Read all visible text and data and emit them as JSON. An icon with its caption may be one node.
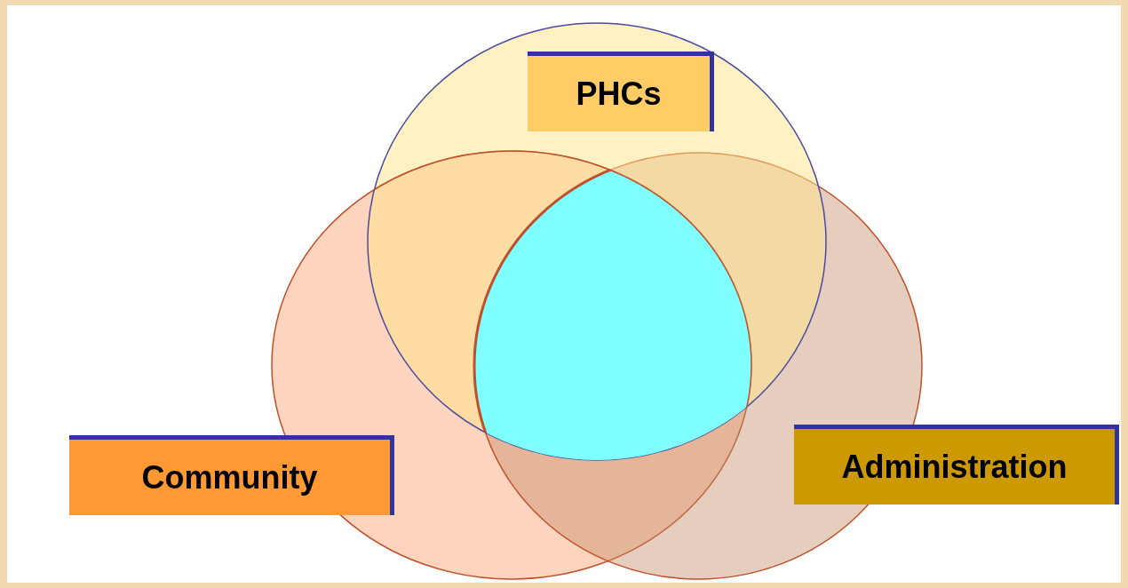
{
  "diagram": {
    "nodes": [
      {
        "text": [
          "PHCs"
        ]
      },
      {
        "text": [
          "Community"
        ]
      },
      {
        "text": [
          "Administration"
        ]
      }
    ]
  }
}
